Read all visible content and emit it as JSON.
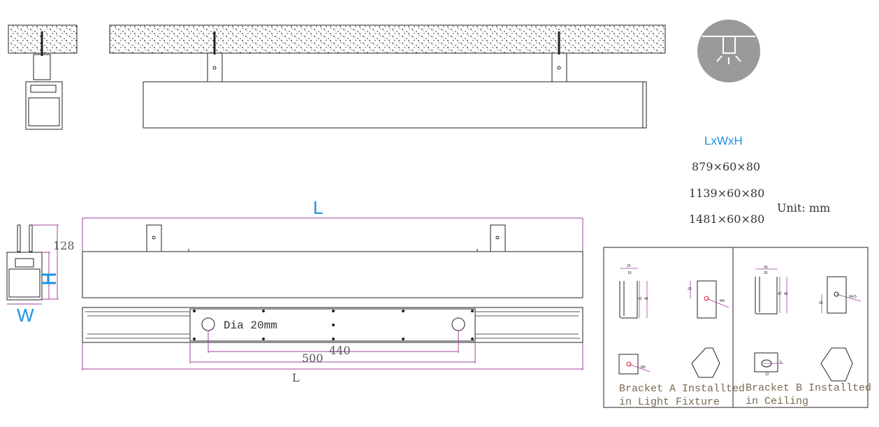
{
  "dimensions": {
    "header": "LxWxH",
    "sizes": [
      "879×60×80",
      "1139×60×80",
      "1481×60×80"
    ],
    "unit": "Unit: mm"
  },
  "drawing": {
    "length_label": "L",
    "width_label": "W",
    "height_label": "H",
    "height_value": "128",
    "hole_label": "Dia 20mm",
    "dim_440": "440",
    "dim_500": "500",
    "bottom_length": "L"
  },
  "brackets": {
    "a": {
      "line1": "Bracket A Installted",
      "line2": "in Light Fixture",
      "dims": [
        "25",
        "19",
        "42",
        "46",
        "23",
        "M4",
        "M5"
      ]
    },
    "b": {
      "line1": "Bracket B Installted",
      "line2": "in Ceiling",
      "dims": [
        "30",
        "26",
        "47",
        "45",
        "25",
        "Φ4.5",
        "5",
        "12"
      ]
    }
  },
  "colors": {
    "dim": "#a040a0",
    "accent": "#1e90e0",
    "icon_bg": "#9a9a9a"
  }
}
